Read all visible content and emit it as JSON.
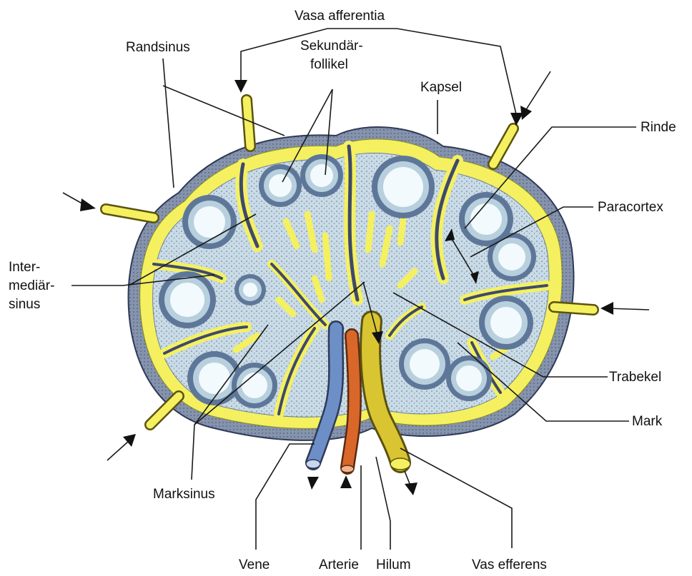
{
  "labels": {
    "vasa_afferentia": "Vasa afferentia",
    "randsinus": "Randsinus",
    "sekundaerfollikel_1": "Sekundär-",
    "sekundaerfollikel_2": "follikel",
    "kapsel": "Kapsel",
    "rinde": "Rinde",
    "paracortex": "Paracortex",
    "intermediaersinus_1": "Inter-",
    "intermediaersinus_2": "mediär-",
    "intermediaersinus_3": "sinus",
    "trabekel": "Trabekel",
    "mark": "Mark",
    "marksinus": "Marksinus",
    "vene": "Vene",
    "arterie": "Arterie",
    "hilum": "Hilum",
    "vas_efferens": "Vas efferens"
  },
  "colors": {
    "capsule": "#6f7f9c",
    "sinus_yellow": "#f4f060",
    "parenchyma": "#c9dbe6",
    "follicle_center": "#f2fafd",
    "vein": "#6d8fc8",
    "artery": "#d9672a",
    "lymph_vessel": "#d8c531"
  }
}
